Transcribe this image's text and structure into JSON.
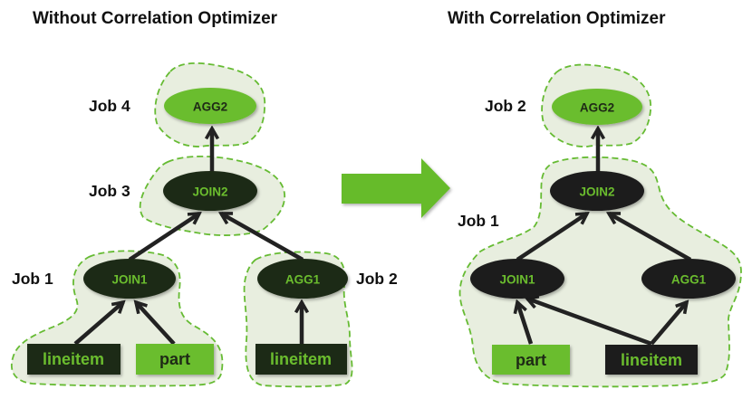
{
  "colors": {
    "accent_green": "#66bb2a",
    "dark_node": "#1e2a16",
    "black_node": "#1a1a1a",
    "region_fill": "#e8eedf",
    "region_stroke": "#66bb33",
    "edge": "#222222",
    "text_dark": "#111111"
  },
  "left": {
    "title": "Without Correlation Optimizer",
    "jobs": [
      {
        "id": "job4",
        "label": "Job 4"
      },
      {
        "id": "job3",
        "label": "Job 3"
      },
      {
        "id": "job1",
        "label": "Job 1"
      },
      {
        "id": "job2",
        "label": "Job 2"
      }
    ],
    "nodes": [
      {
        "id": "agg2",
        "label": "AGG2",
        "style": "light"
      },
      {
        "id": "join2",
        "label": "JOIN2",
        "style": "dark"
      },
      {
        "id": "join1",
        "label": "JOIN1",
        "style": "dark"
      },
      {
        "id": "agg1",
        "label": "AGG1",
        "style": "dark"
      }
    ],
    "tables": [
      {
        "id": "lineitem_a",
        "label": "lineitem",
        "style": "dark"
      },
      {
        "id": "part",
        "label": "part",
        "style": "light"
      },
      {
        "id": "lineitem_b",
        "label": "lineitem",
        "style": "dark"
      }
    ],
    "edges": [
      [
        "join2",
        "agg2"
      ],
      [
        "join1",
        "join2"
      ],
      [
        "agg1",
        "join2"
      ],
      [
        "lineitem_a",
        "join1"
      ],
      [
        "part",
        "join1"
      ],
      [
        "lineitem_b",
        "agg1"
      ]
    ]
  },
  "transition_arrow": "right-arrow-icon",
  "right": {
    "title": "With Correlation Optimizer",
    "jobs": [
      {
        "id": "job2",
        "label": "Job 2"
      },
      {
        "id": "job1",
        "label": "Job 1"
      }
    ],
    "nodes": [
      {
        "id": "agg2",
        "label": "AGG2",
        "style": "light"
      },
      {
        "id": "join2",
        "label": "JOIN2",
        "style": "black"
      },
      {
        "id": "join1",
        "label": "JOIN1",
        "style": "black"
      },
      {
        "id": "agg1",
        "label": "AGG1",
        "style": "black"
      }
    ],
    "tables": [
      {
        "id": "part",
        "label": "part",
        "style": "light"
      },
      {
        "id": "lineitem",
        "label": "lineitem",
        "style": "black"
      }
    ],
    "edges": [
      [
        "join2",
        "agg2"
      ],
      [
        "join1",
        "join2"
      ],
      [
        "agg1",
        "join2"
      ],
      [
        "part",
        "join1"
      ],
      [
        "lineitem",
        "join1"
      ],
      [
        "lineitem",
        "agg1"
      ]
    ]
  }
}
